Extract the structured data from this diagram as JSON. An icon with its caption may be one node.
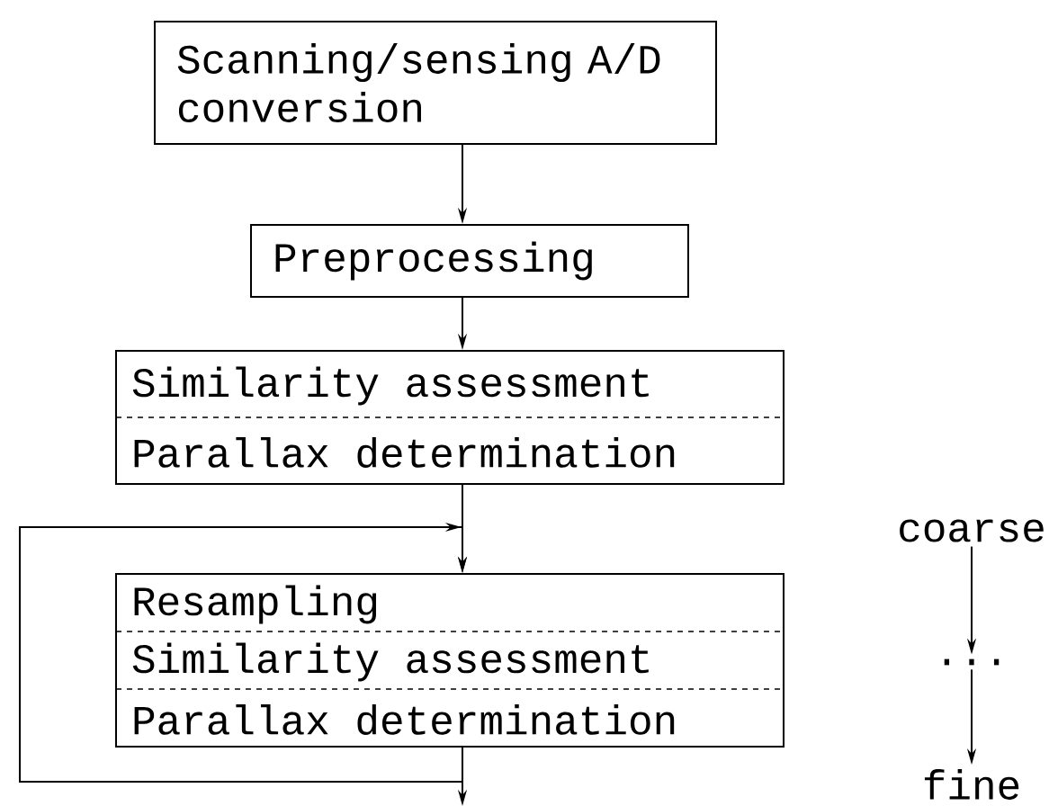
{
  "diagram": {
    "nodes": [
      {
        "text": [
          "Scanning/sensing A/D conversion"
        ]
      },
      {
        "text": [
          "Preprocessing"
        ]
      },
      {
        "text": [
          "Similarity assessment",
          "Parallax determination"
        ]
      },
      {
        "text": [
          "Resampling",
          "Similarity assessment",
          "Parallax determination"
        ]
      },
      {
        "text": [
          "coarse"
        ]
      },
      {
        "text": [
          "..."
        ]
      },
      {
        "text": [
          "fine"
        ]
      }
    ],
    "edges": [
      {
        "from": 0,
        "to": 1,
        "arrow": "to"
      },
      {
        "from": 1,
        "to": 2,
        "arrow": "to"
      },
      {
        "from": 2,
        "to": 3,
        "arrow": "to"
      },
      {
        "from": 3,
        "to": 3,
        "arrow": "to"
      },
      {
        "from": 3,
        "to": null,
        "arrow": "to"
      },
      {
        "from": 4,
        "to": 5,
        "arrow": "to"
      },
      {
        "from": 5,
        "to": 6,
        "arrow": "to"
      }
    ]
  }
}
